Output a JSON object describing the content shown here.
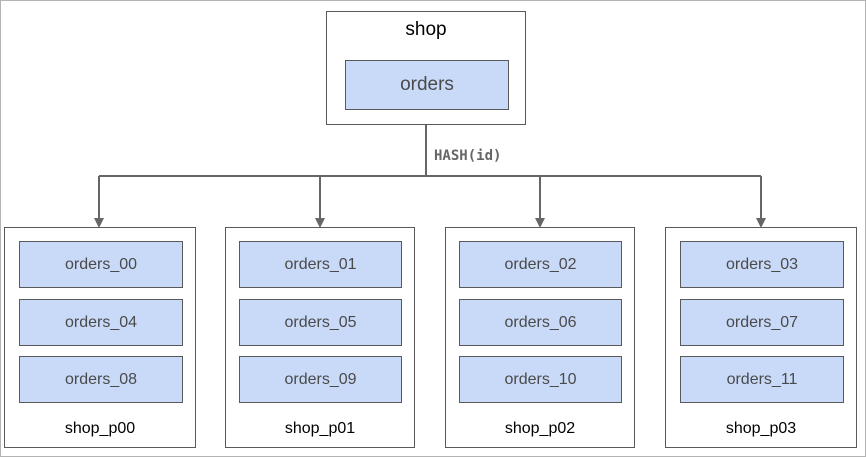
{
  "root": {
    "title": "shop",
    "table": "orders"
  },
  "edge_label": "HASH(id)",
  "partitions": [
    {
      "name": "shop_p00",
      "tables": [
        "orders_00",
        "orders_04",
        "orders_08"
      ]
    },
    {
      "name": "shop_p01",
      "tables": [
        "orders_01",
        "orders_05",
        "orders_09"
      ]
    },
    {
      "name": "shop_p02",
      "tables": [
        "orders_02",
        "orders_06",
        "orders_10"
      ]
    },
    {
      "name": "shop_p03",
      "tables": [
        "orders_03",
        "orders_07",
        "orders_11"
      ]
    }
  ],
  "colors": {
    "table_fill": "#c9daf8",
    "border": "#595959",
    "connector": "#666666"
  }
}
